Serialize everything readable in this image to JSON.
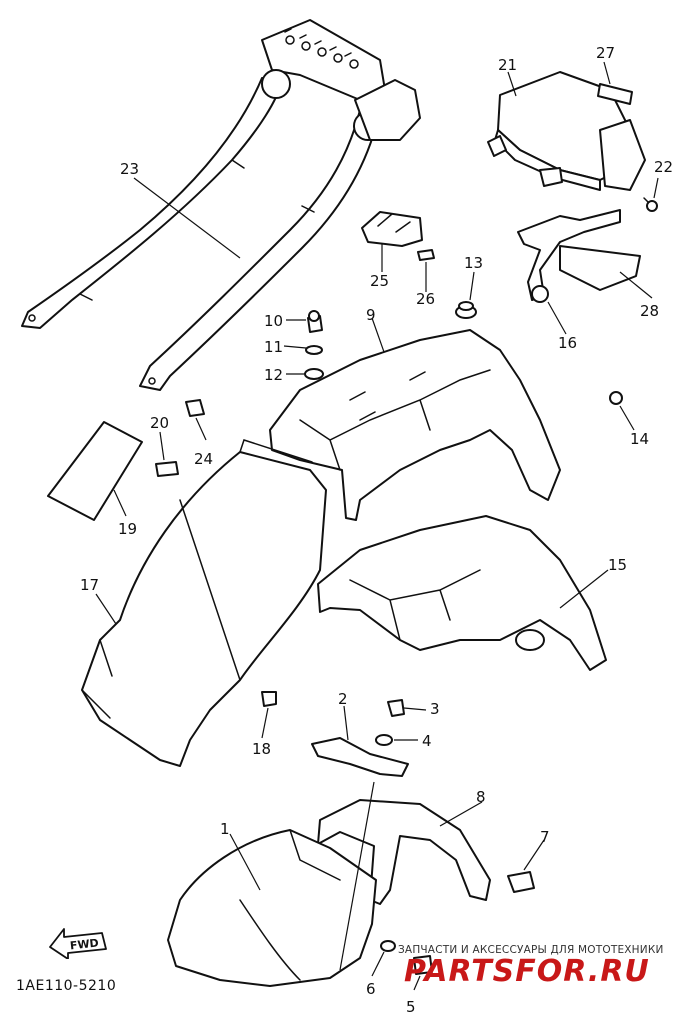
{
  "diagram": {
    "code": "1AE110-5210",
    "fwd_label": "FWD",
    "watermark_caption": "ЗАПЧАСТИ И АКСЕССУАРЫ ДЛЯ МОТОТЕХНИКИ",
    "watermark_logo": "PARTSFOR.RU",
    "callouts": [
      "1",
      "2",
      "3",
      "4",
      "5",
      "6",
      "7",
      "8",
      "9",
      "10",
      "11",
      "12",
      "13",
      "14",
      "15",
      "16",
      "17",
      "18",
      "19",
      "20",
      "21",
      "22",
      "23",
      "24",
      "25",
      "26",
      "27",
      "28"
    ]
  }
}
